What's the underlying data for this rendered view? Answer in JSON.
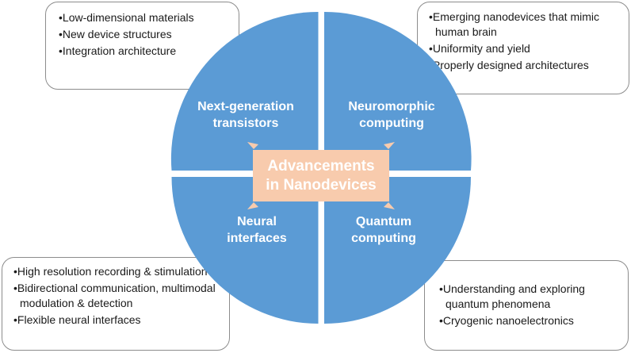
{
  "colors": {
    "quadrant_fill": "#5b9bd5",
    "center_fill": "#f8cbad",
    "arrow_fill": "#f8cbad",
    "box_border": "#8c8c8c"
  },
  "center": {
    "line1": "Advancements",
    "line2": "in Nanodevices"
  },
  "quadrants": {
    "top_left": {
      "line1": "Next-generation",
      "line2": "transistors"
    },
    "top_right": {
      "line1": "Neuromorphic",
      "line2": "computing"
    },
    "bottom_left": {
      "line1": "Neural",
      "line2": "interfaces"
    },
    "bottom_right": {
      "line1": "Quantum",
      "line2": "computing"
    }
  },
  "boxes": {
    "top_left": {
      "items": [
        "Low-dimensional materials",
        "New device structures",
        "Integration architecture"
      ]
    },
    "top_right": {
      "items": [
        "Emerging nanodevices that mimic human brain",
        "Uniformity and yield",
        "Properly designed architectures"
      ]
    },
    "bottom_left": {
      "items": [
        "High resolution recording & stimulation",
        "Bidirectional communication, multimodal modulation & detection",
        "Flexible neural interfaces"
      ]
    },
    "bottom_right": {
      "items": [
        "Understanding and exploring quantum phenomena",
        "Cryogenic nanoelectronics"
      ]
    }
  }
}
